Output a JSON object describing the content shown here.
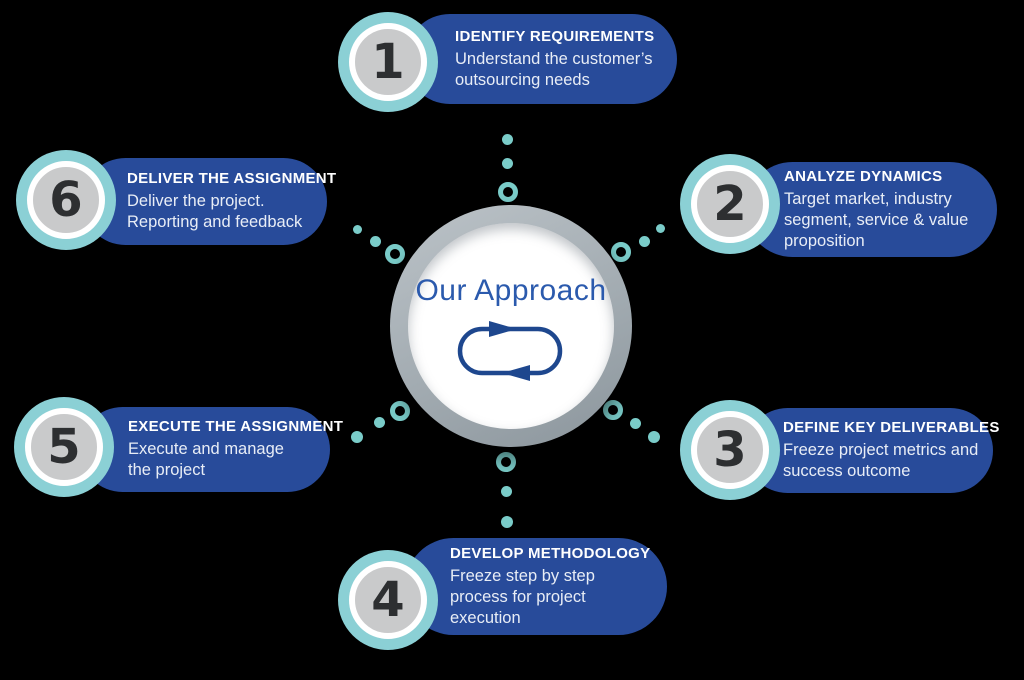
{
  "diagram": {
    "center": {
      "title": "Our Approach",
      "icon": "cycle-loop-icon"
    },
    "steps": [
      {
        "number": "1",
        "title": "IDENTIFY REQUIREMENTS",
        "description": "Understand the customer’s\noutsourcing needs"
      },
      {
        "number": "2",
        "title": "ANALYZE DYNAMICS",
        "description": "Target market, industry\nsegment, service & value\nproposition"
      },
      {
        "number": "3",
        "title": "DEFINE KEY DELIVERABLES",
        "description": "Freeze project metrics and\nsuccess outcome"
      },
      {
        "number": "4",
        "title": "DEVELOP METHODOLOGY",
        "description": "Freeze step by step\nprocess for project\nexecution"
      },
      {
        "number": "5",
        "title": "EXECUTE THE ASSIGNMENT",
        "description": "Execute and manage\nthe project"
      },
      {
        "number": "6",
        "title": "DELIVER THE ASSIGNMENT",
        "description": "Deliver the project.\nReporting and feedback"
      }
    ],
    "colors": {
      "background": "#000000",
      "pill_blue": "#284b9a",
      "badge_teal": "#8bd0d5",
      "badge_gray": "#c9cacb",
      "number_dark": "#2d2f31",
      "connector_teal": "#7accc9",
      "center_ring_gray": "#a2abb1",
      "center_text_blue": "#2b5aad",
      "loop_icon_blue": "#1e478e"
    }
  }
}
